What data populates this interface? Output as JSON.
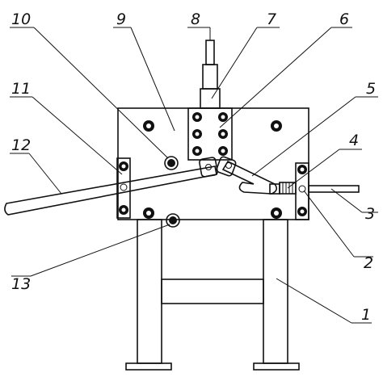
{
  "labels": {
    "l1": "1",
    "l2": "2",
    "l3": "3",
    "l4": "4",
    "l5": "5",
    "l6": "6",
    "l7": "7",
    "l8": "8",
    "l9": "9",
    "l10": "10",
    "l11": "11",
    "l12": "12",
    "l13": "13"
  },
  "colors": {
    "stroke": "#111111",
    "background": "#ffffff"
  }
}
